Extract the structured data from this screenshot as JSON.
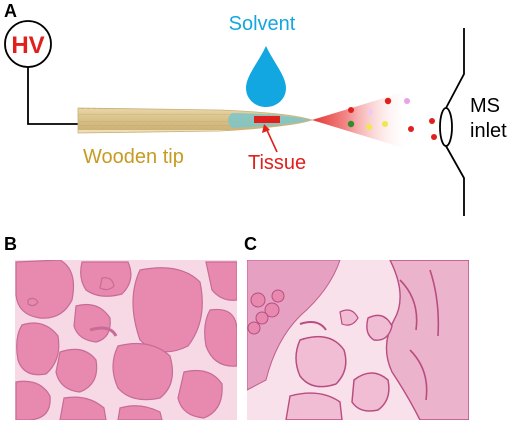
{
  "panels": {
    "a": "A",
    "b": "B",
    "c": "C"
  },
  "schematic": {
    "hv_label": "HV",
    "solvent_label": "Solvent",
    "wooden_tip_label": "Wooden tip",
    "tissue_label": "Tissue",
    "ms_label_line1": "MS",
    "ms_label_line2": "inlet"
  },
  "colors": {
    "hv_text": "#e0201c",
    "solvent": "#12a7e0",
    "wooden": "#c79a22",
    "tissue": "#e0201c",
    "wood_fill": "#e3cf9c",
    "histology_pink": "#e889b0",
    "histology_bg": "#fbe4ee"
  }
}
